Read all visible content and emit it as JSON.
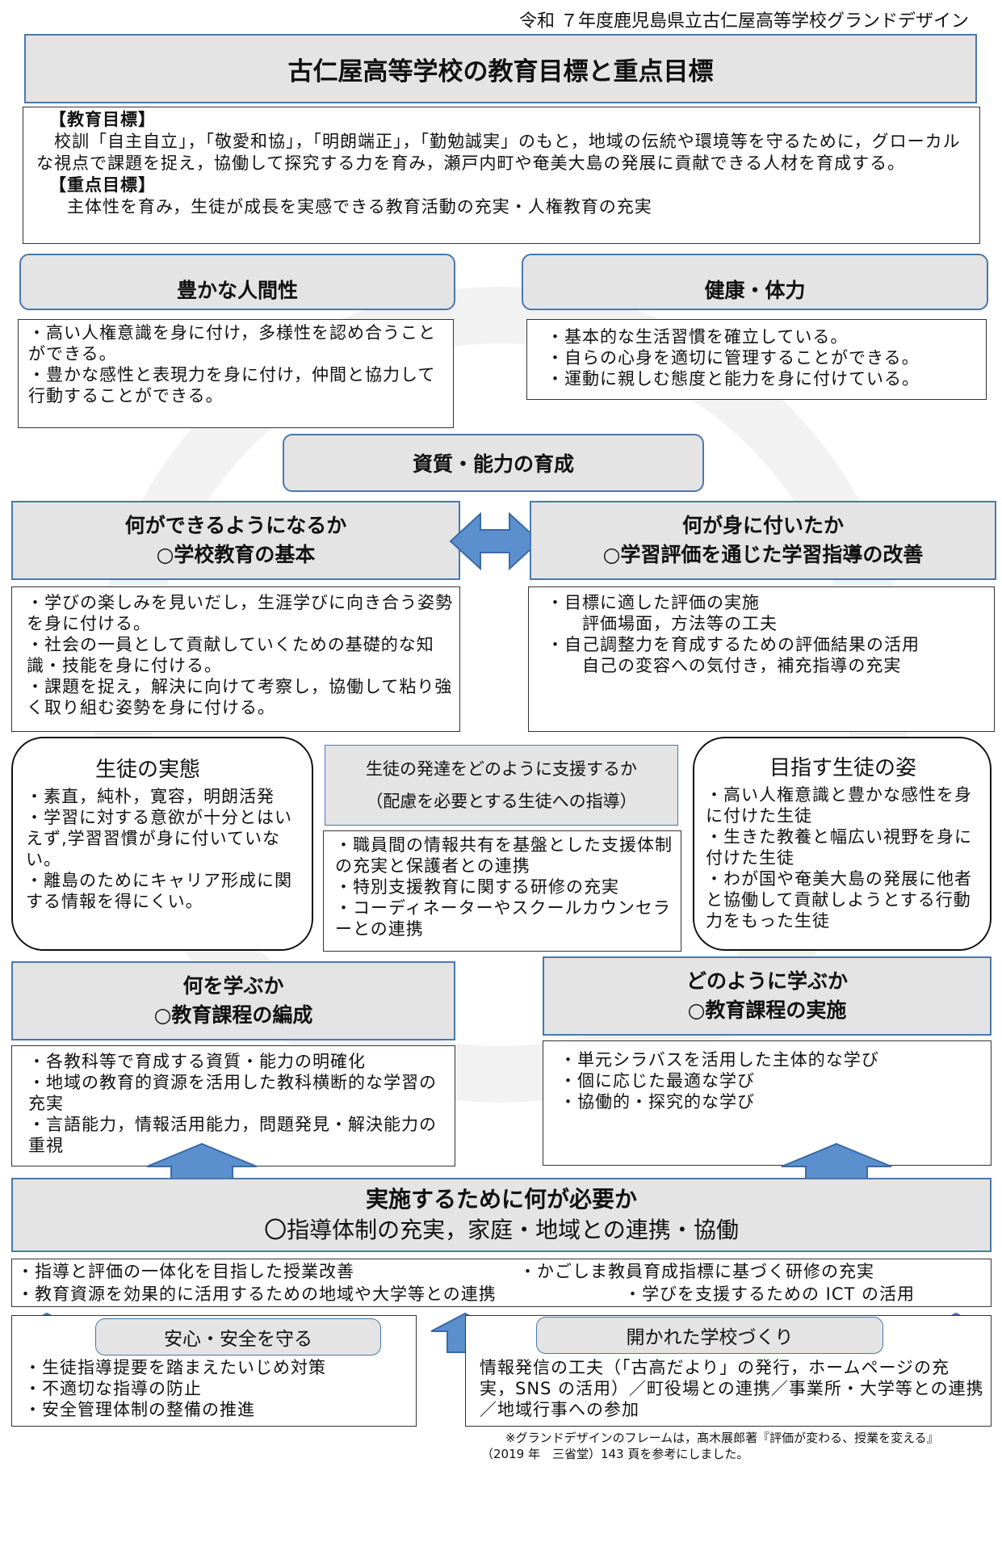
{
  "header": {
    "top_caption": "令和 ７年度鹿児島県立古仁屋高等学校グランドデザイン",
    "main_title": "古仁屋高等学校の教育目標と重点目標"
  },
  "goals": {
    "edu_heading": "【教育目標】",
    "edu_text": "　校訓「自主自立」，「敬愛和協」，「明朗端正」，「勤勉誠実」のもと，地域の伝統や環境等を守るために，グローカルな視点で課題を捉え，協働して探究する力を育み，瀬戸内町や奄美大島の発展に貢献できる人材を育成する。",
    "focus_heading": "【重点目標】",
    "focus_text": "　主体性を育み，生徒が成長を実感できる教育活動の充実・人権教育の充実"
  },
  "humanity": {
    "title": "豊かな人間性",
    "text": "・高い人権意識を身に付け，多様性を認め合うことができる。\n・豊かな感性と表現力を身に付け，仲間と協力して行動することができる。"
  },
  "health": {
    "title": "健康・体力",
    "text": "・基本的な生活習慣を確立している。\n・自らの心身を適切に管理することができる。\n・運動に親しむ態度と能力を身に付けている。"
  },
  "competency": {
    "title": "資質・能力の育成"
  },
  "can_do": {
    "title_line1": "何ができるようになるか",
    "title_line2": "○学校教育の基本",
    "text": "・学びの楽しみを見いだし，生涯学びに向き合う姿勢を身に付ける。\n・社会の一員として貢献していくための基礎的な知識・技能を身に付ける。\n・課題を捉え，解決に向けて考察し，協働して粘り強く取り組む姿勢を身に付ける。"
  },
  "acquired": {
    "title_line1": "何が身に付いたか",
    "title_line2": "○学習評価を通じた学習指導の改善",
    "text": "・目標に適した評価の実施\n　　評価場面，方法等の工夫\n・自己調整力を育成するための評価結果の活用\n　　自己の変容への気付き，補充指導の充実"
  },
  "students_state": {
    "title": "生徒の実態",
    "text": "・素直，純朴，寛容，明朗活発\n・学習に対する意欲が十分とはいえず,学習習慣が身に付いていない。\n・離島のためにキャリア形成に関する情報を得にくい。"
  },
  "support": {
    "title_line1": "生徒の発達をどのように支援するか",
    "title_line2": "（配慮を必要とする生徒への指導）",
    "text": "・職員間の情報共有を基盤とした支援体制の充実と保護者との連携\n・特別支援教育に関する研修の充実\n・コーディネーターやスクールカウンセラーとの連携"
  },
  "target": {
    "title": "目指す生徒の姿",
    "text": "・高い人権意識と豊かな感性を身に付けた生徒\n・生きた教養と幅広い視野を身に付けた生徒\n・わが国や奄美大島の発展に他者と協働して貢献しようとする行動力をもった生徒"
  },
  "what_learn": {
    "title_line1": "何を学ぶか",
    "title_line2": "○教育課程の編成",
    "text": "・各教科等で育成する資質・能力の明確化\n・地域の教育的資源を活用した教科横断的な学習の充実\n・言語能力，情報活用能力，問題発見・解決能力の重視"
  },
  "how_learn": {
    "title_line1": "どのように学ぶか",
    "title_line2": "○教育課程の実施",
    "text": "・単元シラバスを活用した主体的な学び\n・個に応じた最適な学び\n・協働的・探究的な学び"
  },
  "needed": {
    "title_line1": "実施するために何が必要か",
    "title_line2": "〇指導体制の充実，家庭・地域との連携・協働",
    "items": [
      "・指導と評価の一体化を目指した授業改善",
      "・かごしま教員育成指標に基づく研修の充実",
      "・教育資源を効果的に活用するための地域や大学等との連携",
      "・学びを支援するための ICT の活用"
    ]
  },
  "safety": {
    "title": "安心・安全を守る",
    "text": "・生徒指導提要を踏まえたいじめ対策\n・不適切な指導の防止\n・安全管理体制の整備の推進"
  },
  "open_school": {
    "title": "開かれた学校づくり",
    "text": "情報発信の工夫（「古高だより」の発行，ホームページの充実，SNS の活用）／町役場との連携／事業所・大学等との連携／地域行事への参加"
  },
  "footnote": {
    "line1": "※グランドデザインのフレームは，髙木展郎著『評価が変わる、授業を変える』",
    "line2": "（2019 年　三省堂）143 頁を参考にしました。"
  },
  "colors": {
    "header_fill": "#e4e4e4",
    "header_border": "#4a78ad",
    "arrow_fill": "#5b8fce",
    "arrow_stroke": "#3a6aa5"
  }
}
